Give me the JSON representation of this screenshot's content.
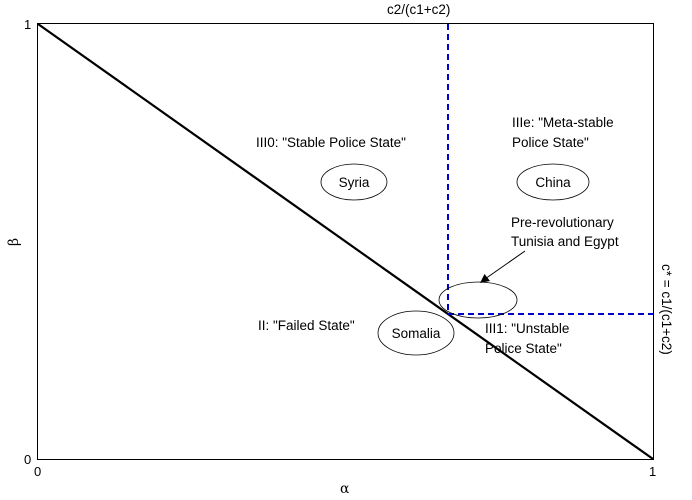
{
  "axes": {
    "xlabel": "α",
    "ylabel": "β",
    "x_ticks": [
      "0",
      "1"
    ],
    "y_ticks": [
      "0",
      "1"
    ],
    "xlim": [
      0,
      1
    ],
    "ylim": [
      0,
      1
    ]
  },
  "threshold_lines": {
    "vertical_label": "c2/(c1+c2)",
    "horizontal_label": "c* = c1/(c1+c2)",
    "color": "#0000cc"
  },
  "regions": {
    "iii0": "III0: \"Stable Police State\"",
    "iiie_line1": "IIIe: \"Meta-stable",
    "iiie_line2": "Police State\"",
    "ii": "II: \"Failed State\"",
    "iii1_line1": "III1: \"Unstable",
    "iii1_line2": "Police State\""
  },
  "countries": {
    "syria": "Syria",
    "china": "China",
    "somalia": "Somalia"
  },
  "annotation": {
    "line1": "Pre-revolutionary",
    "line2": "Tunisia and Egypt"
  }
}
